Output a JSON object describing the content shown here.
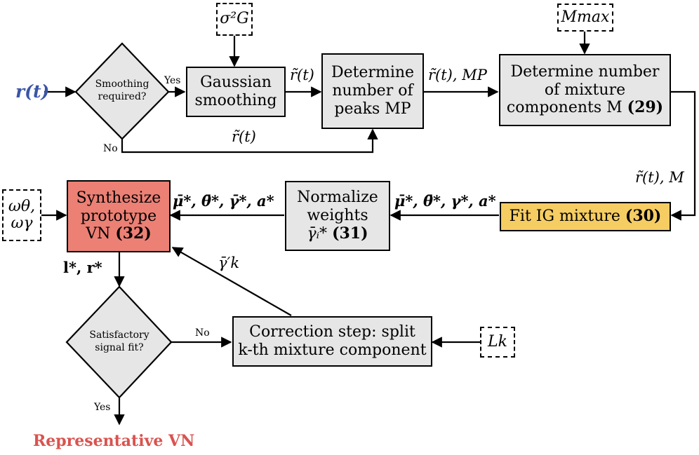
{
  "colors": {
    "input_blue": "#3b55a5",
    "output_red": "#d9534f",
    "synth_box_fill": "#ec8075",
    "fit_box_fill": "#f6cd63",
    "process_fill": "#e6e6e6",
    "decision_fill": "#e6e6e6"
  },
  "input": {
    "signal": "r(t)"
  },
  "params": {
    "sigma": "σ²G",
    "mmax": "Mmax",
    "omega_theta": "ωθ,",
    "omega_gamma": "ωγ",
    "lk": "Lk"
  },
  "decisions": {
    "smoothing": {
      "line1": "Smoothing",
      "line2": "required?",
      "yes": "Yes",
      "no": "No"
    },
    "satisfactory": {
      "line1": "Satisfactory",
      "line2": "signal fit?",
      "yes": "Yes",
      "no": "No"
    }
  },
  "boxes": {
    "gaussian": {
      "line1": "Gaussian",
      "line2": "smoothing"
    },
    "peaks": {
      "line1": "Determine",
      "line2": "number of",
      "line3": "peaks MP"
    },
    "components": {
      "line1": "Determine number",
      "line2": "of mixture",
      "line3": "components M",
      "ref": "(29)"
    },
    "fit": {
      "text": "Fit IG mixture",
      "ref": "(30)"
    },
    "normalize": {
      "line1": "Normalize",
      "line2": "weights",
      "line3": "γ̄ᵢ*",
      "ref": "(31)"
    },
    "synth": {
      "line1": "Synthesize",
      "line2": "prototype",
      "line3": "VN",
      "ref": "(32)"
    },
    "correction": {
      "line1": "Correction step:  split",
      "line2": "k-th mixture component"
    }
  },
  "edges": {
    "r_tilde": "r̃(t)",
    "r_tilde_bypass": "r̃(t)",
    "r_tilde_mp": "r̃(t), MP",
    "r_tilde_m": "r̃(t), M",
    "fit_to_norm": "μ̄*, θ̄*, γ*, a*",
    "norm_to_synth": "μ̄*, θ̄*, γ̄*, a*",
    "lr": "l*, r*",
    "gamma_prime": "γ̄′k"
  },
  "output": {
    "label": "Representative VN"
  }
}
